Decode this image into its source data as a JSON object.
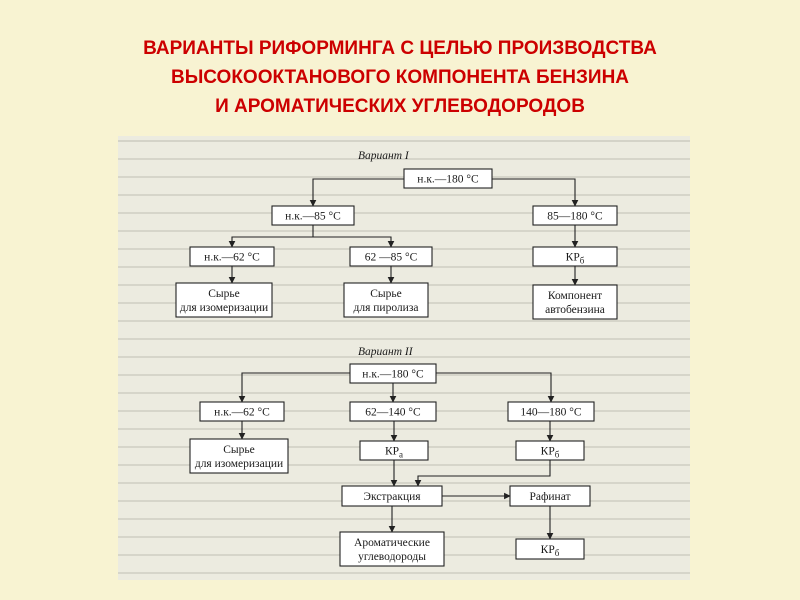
{
  "slide": {
    "title_lines": [
      "ВАРИАНТЫ РИФОРМИНГА С ЦЕЛЬЮ ПРОИЗВОДСТВА",
      "ВЫСОКООКТАНОВОГО КОМПОНЕНТА БЕНЗИНА",
      "И АРОМАТИЧЕСКИХ УГЛЕВОДОРОДОВ"
    ]
  },
  "colors": {
    "title": "#cc0000",
    "slide_background": "#f8f3d2",
    "scan_background": "#ecebe0",
    "box_stroke": "#222222",
    "box_fill": "#ffffff"
  },
  "diagram": {
    "variant1": {
      "label": "Вариант I",
      "nodes": {
        "root": "н.к.—180 °С",
        "nk85": "н.к.—85 °С",
        "r85_180": "85—180 °С",
        "nk62": "н.к.—62 °С",
        "r62_85": "62 —85 °С",
        "kr": "КРб",
        "iso_feed": "Сырье для изомеризации",
        "pyro_feed": "Сырье для пиролиза",
        "gasoline": "Компонент автобензина"
      }
    },
    "variant2": {
      "label": "Вариант II",
      "nodes": {
        "root": "н.к.—180 °С",
        "nk62": "н.к.—62 °С",
        "r62_140": "62—140 °С",
        "r140_180": "140—180 °С",
        "iso_feed": "Сырье для изомеризации",
        "kra": "КРа",
        "krb": "КРб",
        "extraction": "Экстракция",
        "refinate": "Рафинат",
        "aromatics": "Ароматические углеводороды",
        "krb2": "КРб"
      }
    }
  }
}
